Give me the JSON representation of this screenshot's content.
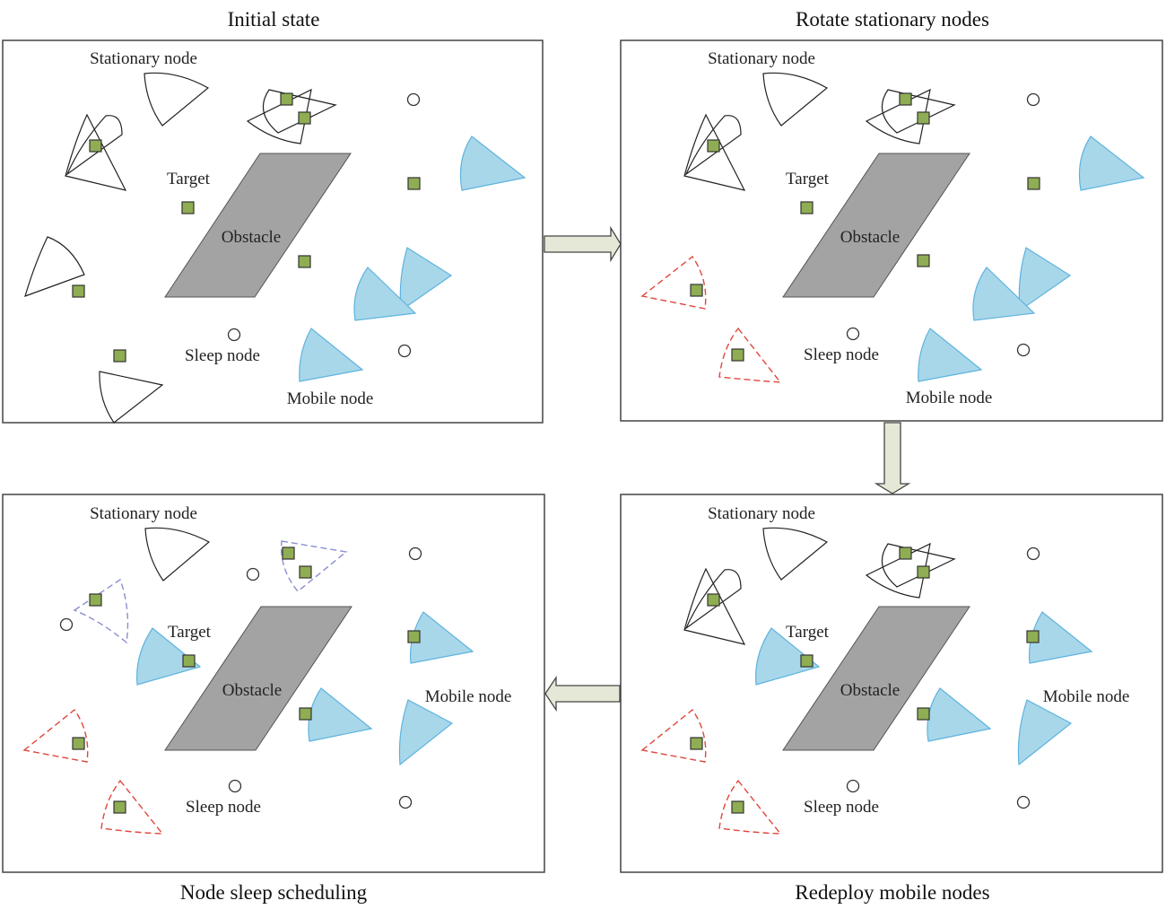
{
  "panels": {
    "initial": {
      "title": "Initial state",
      "stationary_label": "Stationary node",
      "target_label": "Target",
      "obstacle_label": "Obstacle",
      "sleep_label": "Sleep node",
      "mobile_label": "Mobile node"
    },
    "rotate": {
      "title": "Rotate stationary nodes",
      "stationary_label": "Stationary node",
      "target_label": "Target",
      "obstacle_label": "Obstacle",
      "sleep_label": "Sleep node",
      "mobile_label": "Mobile node"
    },
    "sleep_sched": {
      "title": "Node sleep scheduling",
      "stationary_label": "Stationary node",
      "target_label": "Target",
      "obstacle_label": "Obstacle",
      "sleep_label": "Sleep node",
      "mobile_label": "Mobile node"
    },
    "redeploy": {
      "title": "Redeploy mobile nodes",
      "stationary_label": "Stationary node",
      "target_label": "Target",
      "obstacle_label": "Obstacle",
      "sleep_label": "Sleep node",
      "mobile_label": "Mobile node"
    }
  },
  "colors": {
    "target": "#8fad52",
    "obstacle": "#a3a3a3",
    "mobile_fill": "#a8d7ea",
    "mobile_stroke": "#5eb3de",
    "rotated_stationary": "#e0463c",
    "sleeping_stationary": "#8a8fd0",
    "arrow_fill": "#e6e8d7"
  }
}
